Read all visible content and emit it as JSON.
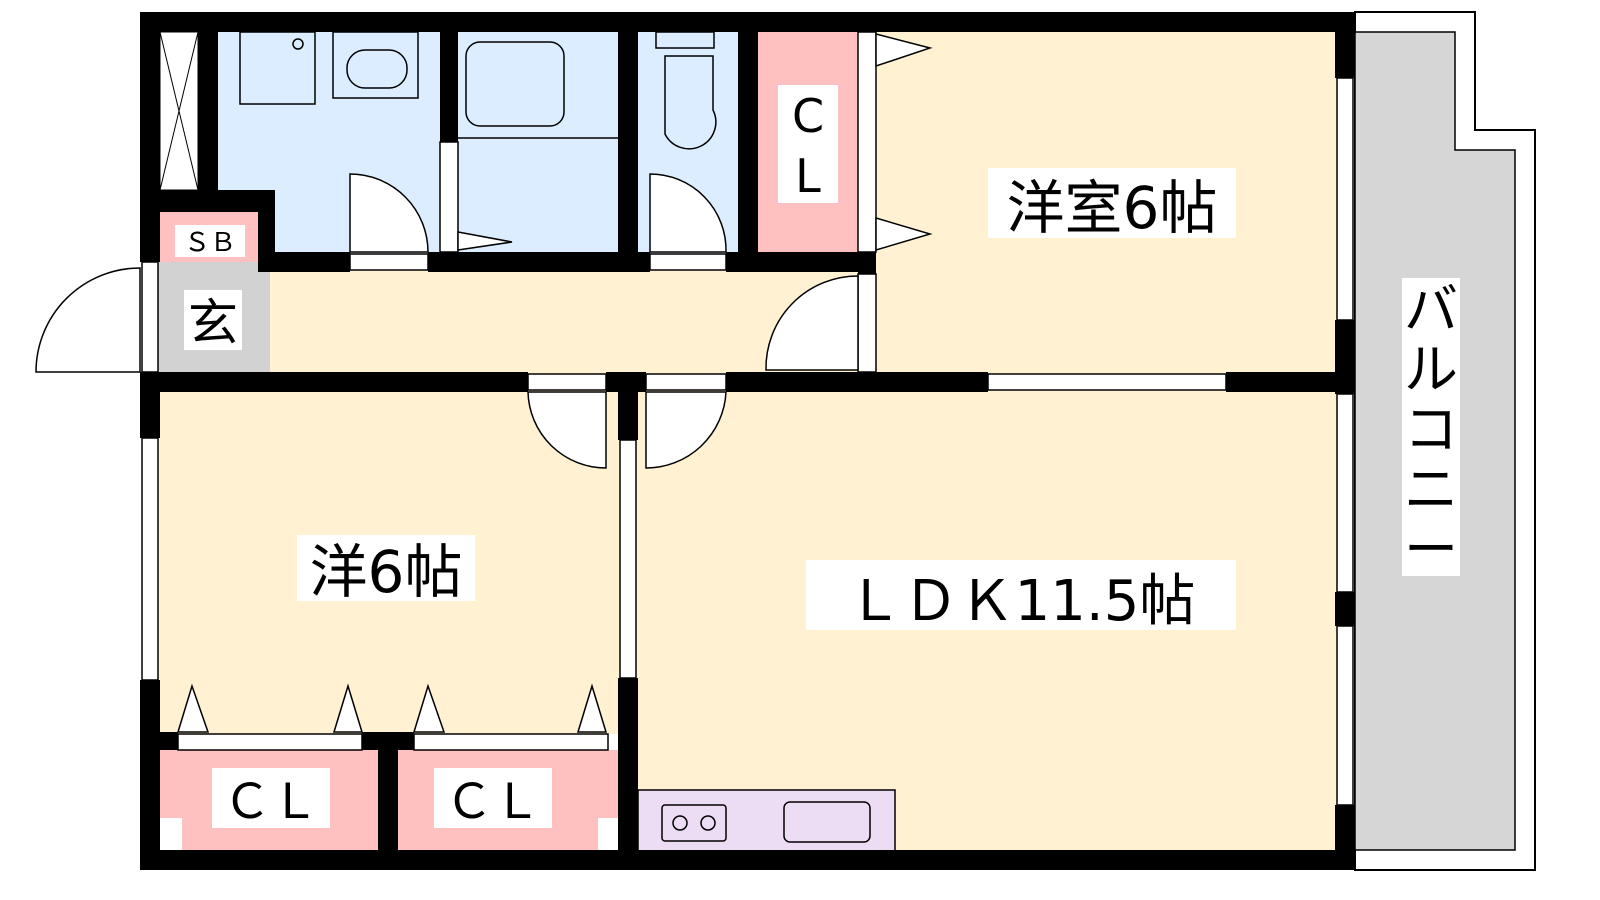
{
  "plan": {
    "western_room_top": "洋室6帖",
    "western_room_left": "洋6帖",
    "ldk": "ＬＤＫ11.5帖",
    "balcony": [
      "バ",
      "ル",
      "コ",
      "ニ",
      "ー"
    ],
    "closet_top": [
      "C",
      "L"
    ],
    "closet_left": "ＣＬ",
    "closet_middle": "ＣＬ",
    "shoe_box": "ＳＢ",
    "entrance": "玄"
  },
  "colors": {
    "room": "#fff1d2",
    "wet": "#dcedff",
    "closet": "#ffc0c0",
    "entrance": "#d2d2d2",
    "balcony": "#d6d6d6",
    "kitchen": "#ecdcf4",
    "wall": "#000000"
  }
}
